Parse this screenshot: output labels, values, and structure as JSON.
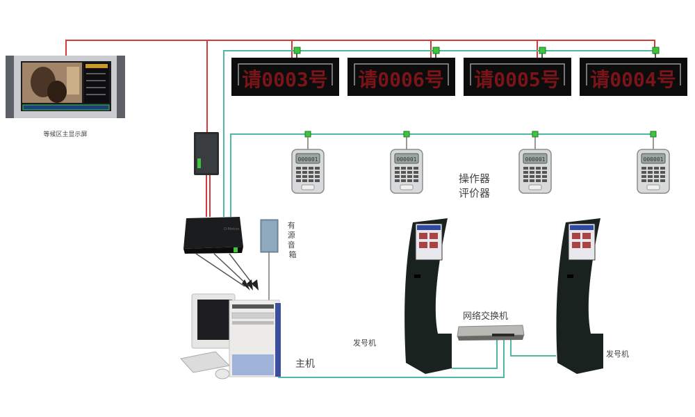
{
  "labels": {
    "waiting_screen": "等候区主显示屏",
    "operator_line1": "操作器",
    "operator_line2": "评价器",
    "speaker": [
      "有",
      "源",
      "音",
      "箱"
    ],
    "host": "主机",
    "switch": "网络交换机",
    "kiosk_left": "发号机",
    "kiosk_right": "发号机"
  },
  "led_displays": [
    {
      "prefix": "请",
      "number": "0003",
      "suffix": "号"
    },
    {
      "prefix": "请",
      "number": "0006",
      "suffix": "号"
    },
    {
      "prefix": "请",
      "number": "0005",
      "suffix": "号"
    },
    {
      "prefix": "请",
      "number": "0004",
      "suffix": "号"
    }
  ],
  "keypads": [
    {
      "screen": "000001"
    },
    {
      "screen": "000001"
    },
    {
      "screen": "000001"
    },
    {
      "screen": "000001"
    }
  ],
  "colors": {
    "power_line": "#d43a3a",
    "data_line": "#4fb8a4",
    "connector": "#3ec43e",
    "led_text": "#7a1418"
  }
}
